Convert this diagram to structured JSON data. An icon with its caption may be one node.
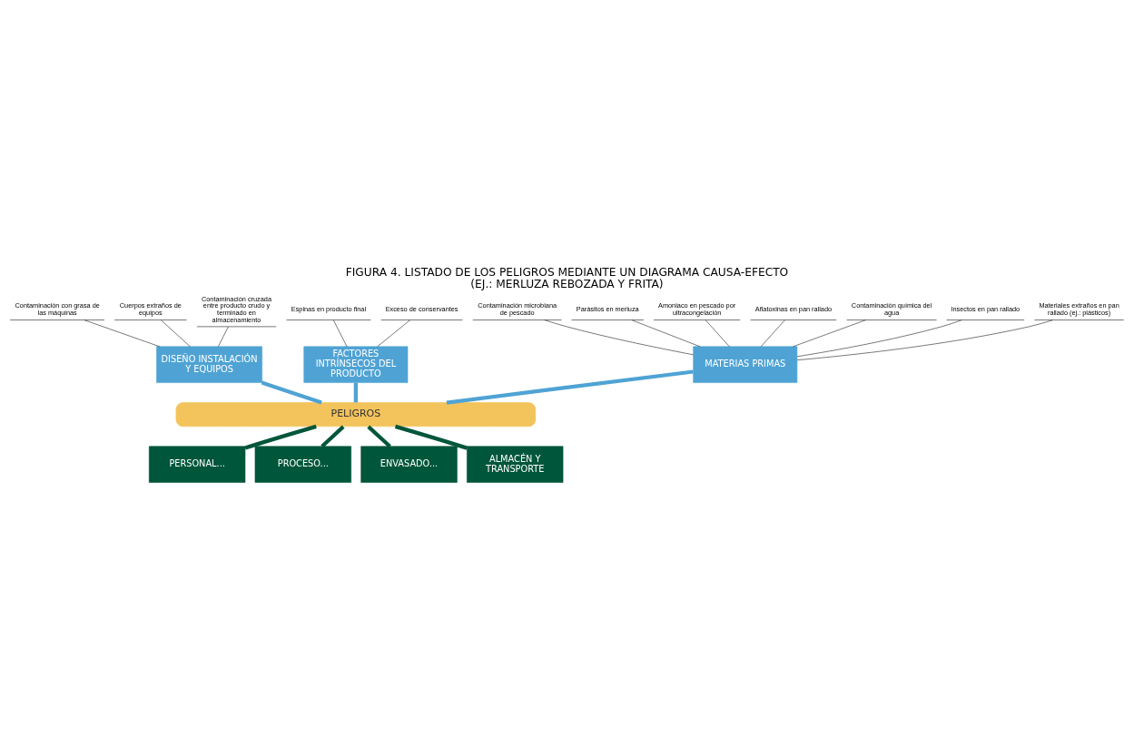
{
  "diagram": {
    "title": "FIGURA 4. LISTADO DE LOS PELIGROS MEDIANTE UN DIAGRAMA CAUSA-EFECTO (EJ.: MERLUZA REBOZADA Y FRITA)",
    "nodes": [
      {
        "text": [
          "MATERIAS PRIMAS"
        ]
      },
      {
        "text": [
          "DISEÑO INSTALACIÓN Y EQUIPOS"
        ]
      },
      {
        "text": [
          "FACTORES INTRÍNSECOS DEL PRODUCTO"
        ]
      },
      {
        "text": [
          "Contaminación microbiana de pescado"
        ]
      },
      {
        "text": [
          "Parásitos en merluza"
        ]
      },
      {
        "text": [
          "Amoniaco en pescado por ultracongelación"
        ]
      },
      {
        "text": [
          "Aflatoxinas en pan rallado"
        ]
      },
      {
        "text": [
          "Contaminación química del agua"
        ]
      },
      {
        "text": [
          "Insectos en pan rallado"
        ]
      },
      {
        "text": [
          "Materiales extraños en pan rallado (ej.: plásticos)"
        ]
      },
      {
        "text": [
          "Contaminación con grasa de las máquinas"
        ]
      },
      {
        "text": [
          "Cuerpos extraños de equipos"
        ]
      },
      {
        "text": [
          "Contaminación cruzada entre producto crudo y terminado en almacenamiento"
        ]
      },
      {
        "text": [
          "Espinas en producto final"
        ]
      },
      {
        "text": [
          "Exceso de conservantes"
        ]
      },
      {
        "text": [
          "PELIGROS"
        ]
      },
      {
        "text": [
          "PERSONAL..."
        ]
      },
      {
        "text": [
          "PROCESO..."
        ]
      },
      {
        "text": [
          "ENVASADO..."
        ]
      },
      {
        "text": [
          "ALMACÉN Y TRANSPORTE"
        ]
      }
    ],
    "edges": [
      {
        "from": 3,
        "to": 0,
        "arrow": "none"
      },
      {
        "from": 4,
        "to": 0,
        "arrow": "none"
      },
      {
        "from": 5,
        "to": 0,
        "arrow": "none"
      },
      {
        "from": 6,
        "to": 0,
        "arrow": "none"
      },
      {
        "from": 7,
        "to": 0,
        "arrow": "none"
      },
      {
        "from": 8,
        "to": 0,
        "arrow": "none"
      },
      {
        "from": 9,
        "to": 0,
        "arrow": "none"
      },
      {
        "from": 10,
        "to": 1,
        "arrow": "none"
      },
      {
        "from": 11,
        "to": 1,
        "arrow": "none"
      },
      {
        "from": 12,
        "to": 1,
        "arrow": "none"
      },
      {
        "from": 13,
        "to": 2,
        "arrow": "none"
      },
      {
        "from": 14,
        "to": 2,
        "arrow": "none"
      },
      {
        "from": 0,
        "to": 15,
        "arrow": "none",
        "style": "thick",
        "color": "#4fa3d4"
      },
      {
        "from": 1,
        "to": 15,
        "arrow": "none",
        "style": "thick",
        "color": "#4fa3d4"
      },
      {
        "from": 2,
        "to": 15,
        "arrow": "none",
        "style": "thick",
        "color": "#4fa3d4"
      },
      {
        "from": 16,
        "to": 15,
        "arrow": "none",
        "style": "thick",
        "color": "#00563a"
      },
      {
        "from": 17,
        "to": 15,
        "arrow": "none",
        "style": "thick",
        "color": "#00563a"
      },
      {
        "from": 18,
        "to": 15,
        "arrow": "none",
        "style": "thick",
        "color": "#00563a"
      },
      {
        "from": 19,
        "to": 15,
        "arrow": "none",
        "style": "thick",
        "color": "#00563a"
      }
    ]
  }
}
